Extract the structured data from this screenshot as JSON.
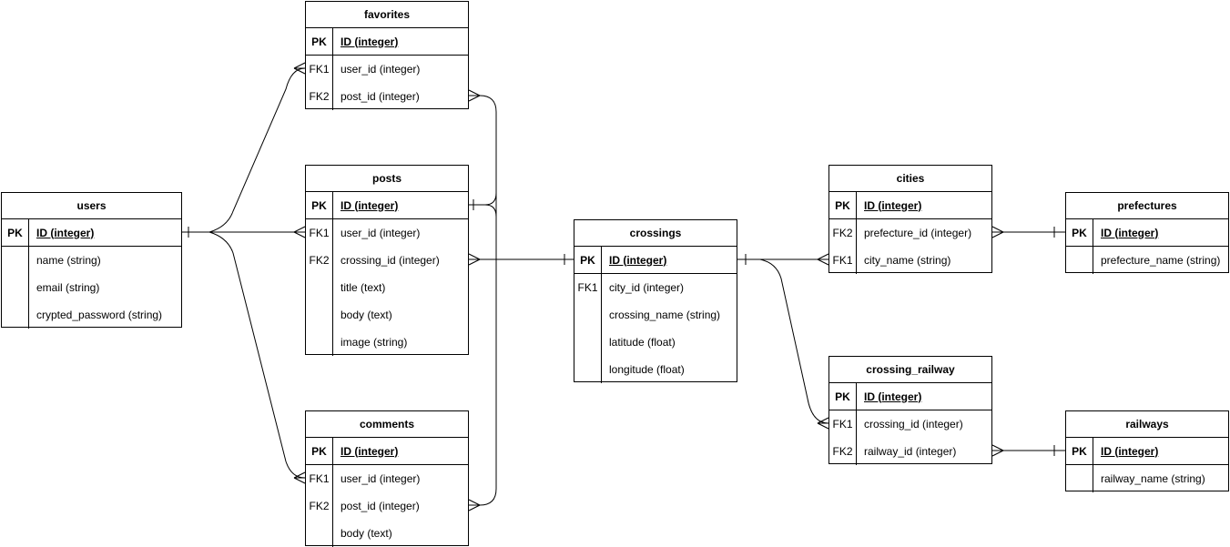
{
  "diagram": {
    "kind": "entity-relationship-diagram",
    "colors": {
      "line": "#000000",
      "background": "#ffffff",
      "text": "#000000"
    }
  },
  "entities": [
    {
      "id": "users",
      "title": "users",
      "rows": [
        {
          "key": "PK",
          "field": "ID (integer)",
          "pk": true
        },
        {
          "key": "",
          "field": "name (string)"
        },
        {
          "key": "",
          "field": "email (string)"
        },
        {
          "key": "",
          "field": "crypted_password (string)"
        }
      ]
    },
    {
      "id": "favorites",
      "title": "favorites",
      "rows": [
        {
          "key": "PK",
          "field": "ID (integer)",
          "pk": true
        },
        {
          "key": "FK1",
          "field": "user_id (integer)"
        },
        {
          "key": "FK2",
          "field": "post_id (integer)"
        }
      ]
    },
    {
      "id": "posts",
      "title": "posts",
      "rows": [
        {
          "key": "PK",
          "field": "ID (integer)",
          "pk": true
        },
        {
          "key": "FK1",
          "field": "user_id (integer)"
        },
        {
          "key": "FK2",
          "field": "crossing_id (integer)"
        },
        {
          "key": "",
          "field": "title (text)"
        },
        {
          "key": "",
          "field": "body (text)"
        },
        {
          "key": "",
          "field": "image (string)"
        }
      ]
    },
    {
      "id": "comments",
      "title": "comments",
      "rows": [
        {
          "key": "PK",
          "field": "ID (integer)",
          "pk": true
        },
        {
          "key": "FK1",
          "field": "user_id (integer)"
        },
        {
          "key": "FK2",
          "field": "post_id (integer)"
        },
        {
          "key": "",
          "field": "body (text)"
        }
      ]
    },
    {
      "id": "crossings",
      "title": "crossings",
      "rows": [
        {
          "key": "PK",
          "field": "ID (integer)",
          "pk": true
        },
        {
          "key": "FK1",
          "field": "city_id (integer)"
        },
        {
          "key": "",
          "field": "crossing_name (string)"
        },
        {
          "key": "",
          "field": "latitude (float)"
        },
        {
          "key": "",
          "field": "longitude (float)"
        }
      ]
    },
    {
      "id": "cities",
      "title": "cities",
      "rows": [
        {
          "key": "PK",
          "field": "ID (integer)",
          "pk": true
        },
        {
          "key": "FK2",
          "field": "prefecture_id (integer)"
        },
        {
          "key": "FK1",
          "field": "city_name (string)"
        }
      ]
    },
    {
      "id": "prefectures",
      "title": "prefectures",
      "rows": [
        {
          "key": "PK",
          "field": "ID (integer)",
          "pk": true
        },
        {
          "key": "",
          "field": "prefecture_name (string)"
        }
      ]
    },
    {
      "id": "crossing_railway",
      "title": "crossing_railway",
      "rows": [
        {
          "key": "PK",
          "field": "ID (integer)",
          "pk": true
        },
        {
          "key": "FK1",
          "field": "crossing_id (integer)"
        },
        {
          "key": "FK2",
          "field": "railway_id (integer)"
        }
      ]
    },
    {
      "id": "railways",
      "title": "railways",
      "rows": [
        {
          "key": "PK",
          "field": "ID (integer)",
          "pk": true
        },
        {
          "key": "",
          "field": "railway_name (string)"
        }
      ]
    }
  ],
  "relationships": [
    {
      "from": "users.ID",
      "to": "favorites.user_id",
      "type": "one-to-many"
    },
    {
      "from": "users.ID",
      "to": "posts.user_id",
      "type": "one-to-many"
    },
    {
      "from": "users.ID",
      "to": "comments.user_id",
      "type": "one-to-many"
    },
    {
      "from": "posts.ID",
      "to": "favorites.post_id",
      "type": "one-to-many"
    },
    {
      "from": "posts.ID",
      "to": "comments.post_id",
      "type": "one-to-many"
    },
    {
      "from": "crossings.ID",
      "to": "posts.crossing_id",
      "type": "one-to-many"
    },
    {
      "from": "crossings.ID",
      "to": "cities.city_name",
      "type": "one-to-many"
    },
    {
      "from": "crossings.ID",
      "to": "crossing_railway.crossing_id",
      "type": "one-to-many"
    },
    {
      "from": "prefectures.ID",
      "to": "cities.prefecture_id",
      "type": "one-to-many"
    },
    {
      "from": "railways.ID",
      "to": "crossing_railway.railway_id",
      "type": "one-to-many"
    }
  ]
}
